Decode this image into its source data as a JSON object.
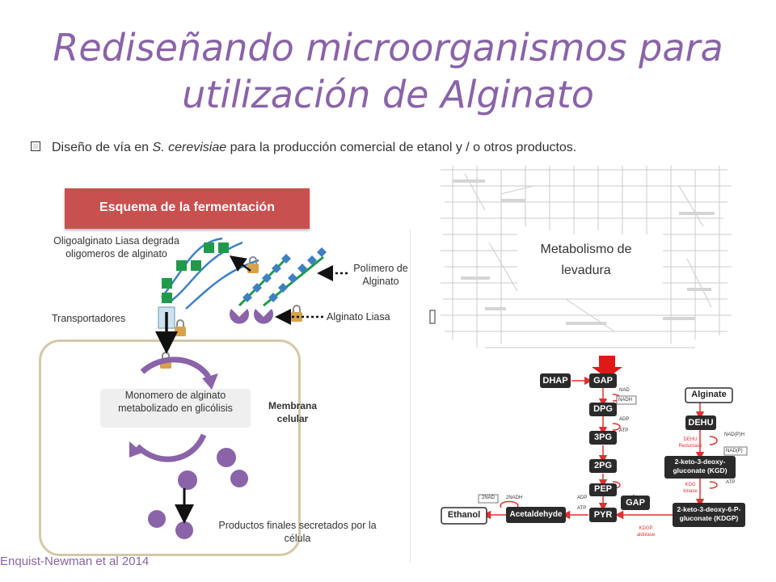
{
  "title": "Rediseñando microorganismos para utilización de Alginato",
  "bullet": {
    "before": "Diseño de vía en ",
    "italic": "S. cerevisiae",
    "after": " para la producción comercial de etanol y / o otros productos."
  },
  "scheme_title": "Esquema de la fermentación",
  "labels": {
    "oligo_lyase": "Oligoalginato Liasa degrada oligomeros de alginato",
    "polymer": "Polímero de Alginato",
    "alginate_lyase": "Alginato Liasa",
    "transporters": "Transportadores",
    "monomer": "Monomero de alginato metabolizado en glicólisis",
    "membrane": "Membrana celular",
    "products": "Productos finales secretados por la célula"
  },
  "citation": "Enquist-Newman et al 2014",
  "yeast_metabolism": "Metabolismo de levadura",
  "pathway": {
    "nodes": {
      "dhap": "DHAP",
      "gap": "GAP",
      "dpg": "DPG",
      "pg3": "3PG",
      "pg2": "2PG",
      "pep": "PEP",
      "pyr": "PYR",
      "gap2": "GAP",
      "ethanol": "Ethanol",
      "acetaldehyde": "Acetaldehyde",
      "alginate": "Alginate",
      "dehu": "DEHU",
      "kgd": "2-keto-3-deoxy-gluconate (KGD)",
      "kdgp": "2-keto-3-deoxy-6-P-gluconate (KDGP)"
    },
    "cofactors": {
      "nad": "NAD",
      "nadh": "NADH",
      "adp1": "ADP",
      "atp1": "ATP",
      "adp2": "ADP",
      "atp2": "ATP",
      "nadph": "NAD(P)H",
      "nadp": "NAD(P)",
      "atp3": "ATP",
      "nad2": "2NAD",
      "nadh2": "2NADH"
    },
    "enzymes": {
      "dehu_reductase": "DEHU Reductase",
      "kdg_kinase": "KDG kinase",
      "kdgp_aldolase": "KDGP aldolase"
    }
  },
  "colors": {
    "title": "#8a63a8",
    "banner": "#c8504f",
    "green_block": "#1f9a4a",
    "blue_block": "#3d80c4",
    "purple": "#8a63a8",
    "pathway_red": "#e03030",
    "node_dark": "#2b2b2b"
  }
}
